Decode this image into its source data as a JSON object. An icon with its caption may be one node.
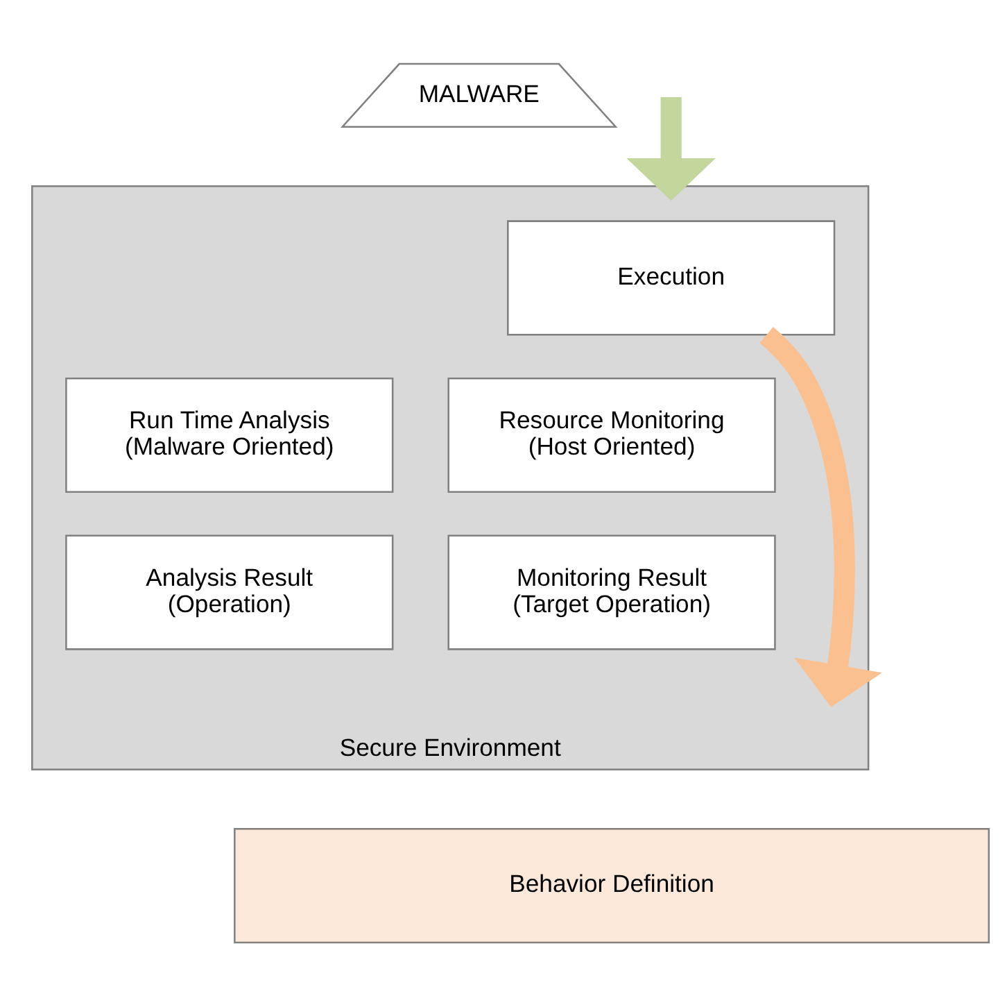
{
  "diagram": {
    "nodes": [
      {
        "text": [
          "MALWARE"
        ]
      },
      {
        "text": [
          "Secure Environment"
        ]
      },
      {
        "text": [
          "Execution"
        ],
        "in": 1
      },
      {
        "text": [
          "Run Time Analysis (Malware Oriented)"
        ],
        "in": 1
      },
      {
        "text": [
          "Resource Monitoring (Host Oriented)"
        ],
        "in": 1
      },
      {
        "text": [
          "Analysis Result (Operation)"
        ],
        "in": 1
      },
      {
        "text": [
          "Monitoring Result (Target Operation)"
        ],
        "in": 1
      },
      {
        "text": [
          "Behavior Definition"
        ]
      }
    ],
    "edges": [
      {
        "from": null,
        "to": 1,
        "arrow": "to",
        "color": "#c3d69b"
      },
      {
        "from": 2,
        "to": null,
        "arrow": "to",
        "color": "#fac090"
      }
    ]
  }
}
